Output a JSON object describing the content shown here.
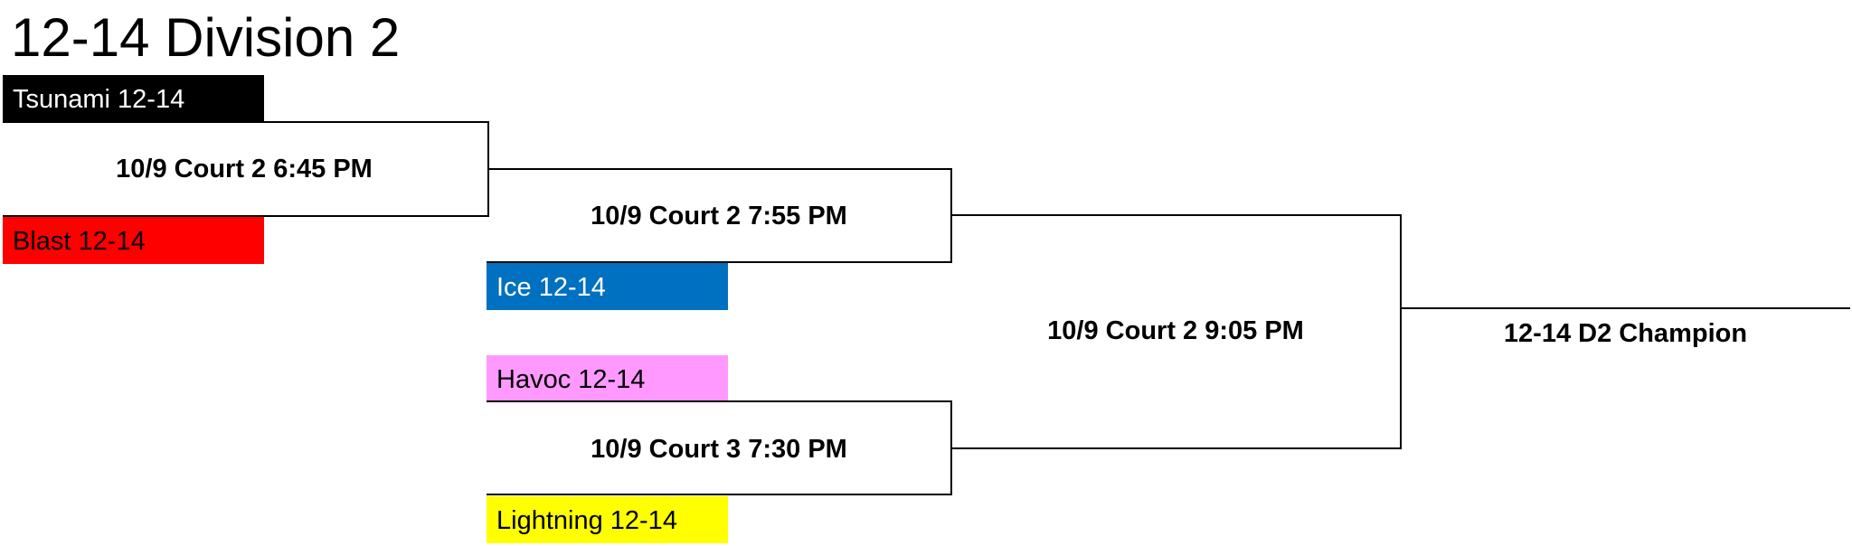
{
  "title": "12-14 Division 2",
  "teams": {
    "tsunami": {
      "name": "Tsunami 12-14",
      "color": "#000000"
    },
    "blast": {
      "name": "Blast 12-14",
      "color": "#ff0000"
    },
    "ice": {
      "name": "Ice 12-14",
      "color": "#0070c0"
    },
    "havoc": {
      "name": "Havoc 12-14",
      "color": "#ff99ff"
    },
    "lightning": {
      "name": "Lightning 12-14",
      "color": "#ffff00"
    }
  },
  "games": {
    "round1": "10/9 Court 2 6:45 PM",
    "semifinal_top": "10/9 Court 2 7:55 PM",
    "semifinal_bottom": "10/9 Court 3 7:30 PM",
    "final": "10/9 Court 2 9:05 PM"
  },
  "champion": "12-14 D2 Champion"
}
